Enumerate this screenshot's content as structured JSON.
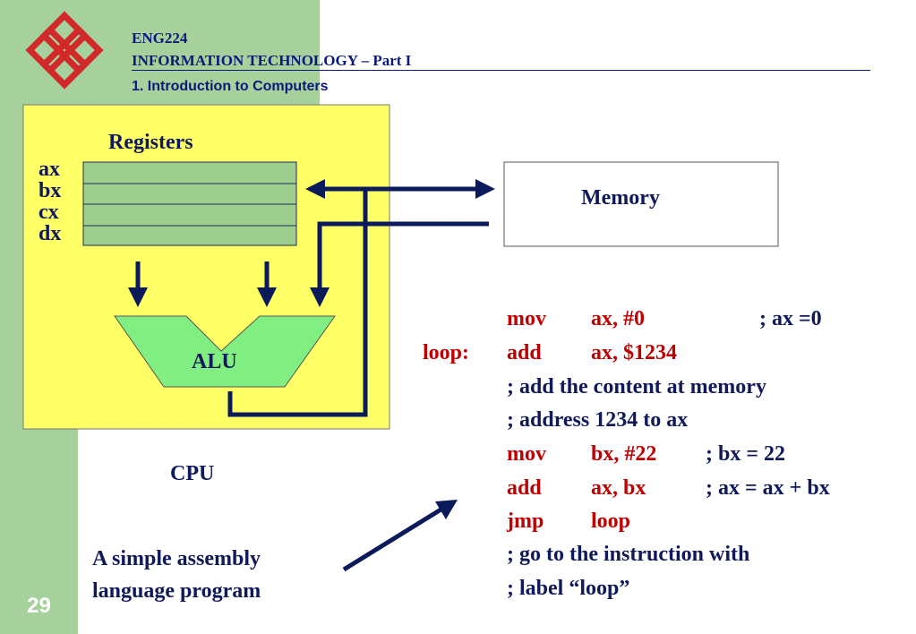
{
  "header": {
    "course": "ENG224",
    "title": "INFORMATION TECHNOLOGY – Part I",
    "section": "1. Introduction to Computers"
  },
  "page_number": "29",
  "diagram": {
    "registers_label": "Registers",
    "registers": [
      "ax",
      "bx",
      "cx",
      "dx"
    ],
    "alu_label": "ALU",
    "cpu_label": "CPU",
    "memory_label": "Memory"
  },
  "caption": {
    "line1": "A simple assembly",
    "line2": "language program"
  },
  "program": {
    "loop_label": "loop:",
    "lines": [
      {
        "op": "mov",
        "args": "ax, #0",
        "comment": "; ax =0"
      },
      {
        "op": "add",
        "args": "ax, $1234"
      },
      {
        "note": "; add the content at memory"
      },
      {
        "note": "; address 1234 to ax"
      },
      {
        "op": "mov",
        "args": "bx, #22",
        "comment": "; bx = 22"
      },
      {
        "op": "add",
        "args": "ax, bx",
        "comment": "; ax = ax + bx"
      },
      {
        "op": "jmp",
        "args": "loop"
      },
      {
        "note": "; go to the instruction with"
      },
      {
        "note": "; label “loop”"
      }
    ]
  },
  "colors": {
    "sidebar": "#a6d19c",
    "cpu_box": "#ffff66",
    "alu": "#80ee80",
    "registers": "#9fcf8f",
    "arrows": "#0a1a5a",
    "red_text": "#c00000"
  }
}
